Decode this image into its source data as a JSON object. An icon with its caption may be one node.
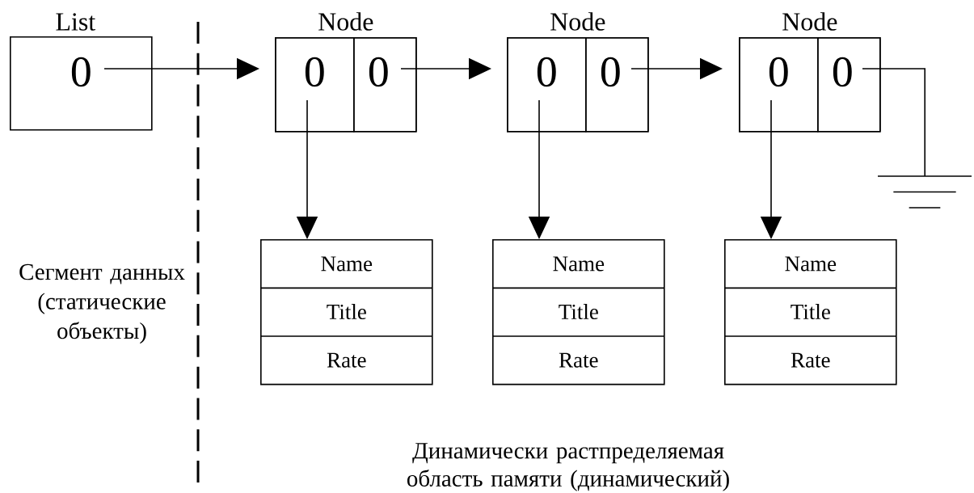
{
  "diagram": {
    "nodes": [
      {
        "text": [
          "List",
          "0"
        ]
      },
      {
        "text": [
          "Node"
        ]
      },
      {
        "text": [
          "0"
        ],
        "in": 1
      },
      {
        "text": [
          "0"
        ],
        "in": 1
      },
      {
        "text": [
          "Node"
        ]
      },
      {
        "text": [
          "0"
        ],
        "in": 4
      },
      {
        "text": [
          "0"
        ],
        "in": 4
      },
      {
        "text": [
          "Node"
        ]
      },
      {
        "text": [
          "0"
        ],
        "in": 7
      },
      {
        "text": [
          "0"
        ],
        "in": 7
      },
      {
        "text": [],
        "shape": "ground"
      },
      {
        "text": [
          "Name",
          "Title",
          "Rate"
        ]
      },
      {
        "text": [
          "Name",
          "Title",
          "Rate"
        ]
      },
      {
        "text": [
          "Name",
          "Title",
          "Rate"
        ]
      }
    ],
    "edges": [
      {
        "from": 0,
        "to": 1,
        "arrow": "to"
      },
      {
        "from": 3,
        "to": 4,
        "arrow": "to"
      },
      {
        "from": 6,
        "to": 7,
        "arrow": "to"
      },
      {
        "from": 9,
        "to": 10,
        "arrow": "none"
      },
      {
        "from": 2,
        "to": 11,
        "arrow": "to"
      },
      {
        "from": 5,
        "to": 12,
        "arrow": "to"
      },
      {
        "from": 8,
        "to": 13,
        "arrow": "to"
      }
    ],
    "labels": [
      "Сегмент данных (статические объекты)",
      "Динамически растпределяемая область памяти (динамический)"
    ]
  }
}
